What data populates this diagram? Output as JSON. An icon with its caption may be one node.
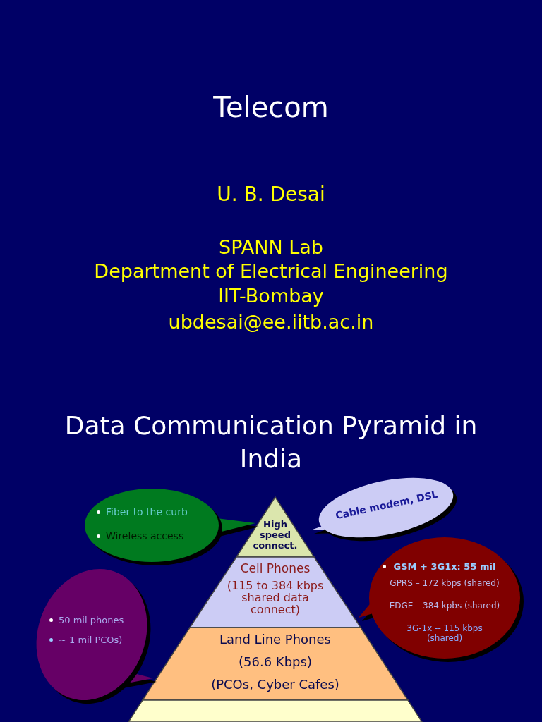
{
  "diagram": {
    "title": "Telecom",
    "nodes": [
      {
        "text": [
          "Fiber to the curb",
          "Wireless access"
        ]
      },
      {
        "text": [
          "High speed connect."
        ]
      },
      {
        "text": [
          "Cable modem, DSL"
        ]
      },
      {
        "text": [
          "Cell Phones",
          "(115 to 384 kbps shared data connect)"
        ]
      },
      {
        "text": [
          "GSM + 3G1x:  55 mil",
          "GPRS – 172 kbps (shared)",
          "EDGE – 384 kpbs (shared)",
          "3G-1x -- 115 kbps (shared)"
        ]
      },
      {
        "text": [
          "50 mil phones",
          "~ 1 mil PCOs)"
        ]
      },
      {
        "text": [
          "Land Line Phones",
          "(56.6 Kbps)",
          "(PCOs, Cyber Cafes)"
        ]
      },
      {
        "text": [],
        "shape": "bar"
      }
    ],
    "edges": [],
    "labels": [
      "U. B. Desai",
      "SPANN Lab",
      "Department of Electrical Engineering",
      "IIT-Bombay",
      "ubdesai@ee.iitb.ac.in",
      "Data Communication Pyramid in India"
    ]
  }
}
